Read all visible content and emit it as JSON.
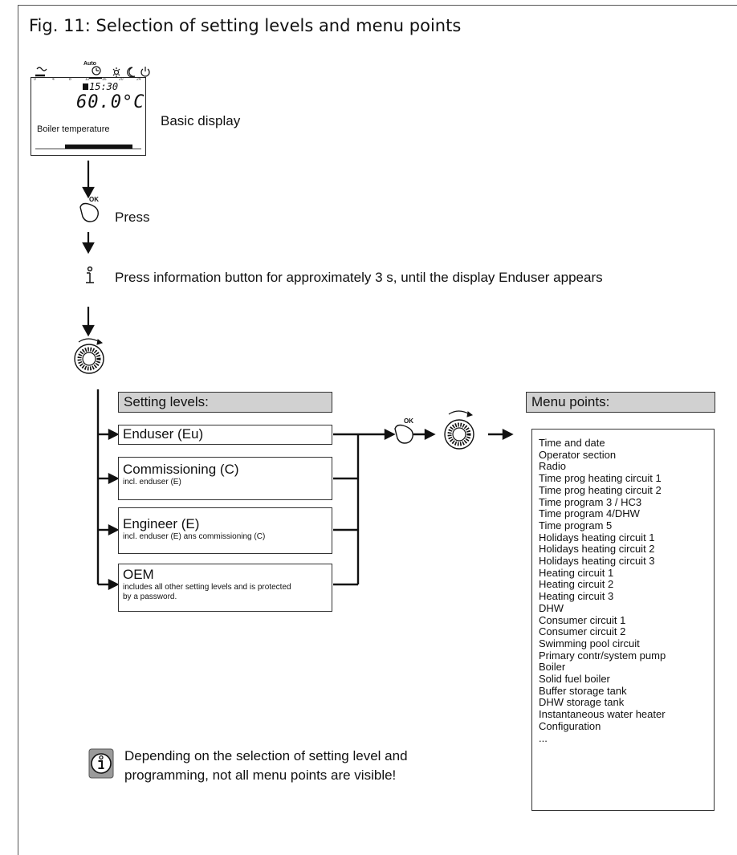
{
  "figure": {
    "title": "Fig. 11: Selection of setting levels and menu points"
  },
  "display": {
    "mode_label": "Auto",
    "time": "15:30",
    "temperature": "60.0°C",
    "label": "Boiler temperature",
    "scale_ticks": [
      "0",
      "4",
      "8",
      "12",
      "16",
      "20",
      "24"
    ]
  },
  "steps": {
    "basic_display": "Basic display",
    "ok_label": "OK",
    "press": "Press",
    "info": "Press information button for approximately 3 s, until the display Enduser appears"
  },
  "setting_levels": {
    "header": "Setting levels:",
    "items": [
      {
        "title": "Enduser (Eu)",
        "subtitle": ""
      },
      {
        "title": "Commissioning (C)",
        "subtitle": "incl. enduser (E)"
      },
      {
        "title": "Engineer (E)",
        "subtitle": "incl. enduser (E) ans commissioning (C)"
      },
      {
        "title": "OEM",
        "subtitle": "includes all other setting levels and is protected by a password."
      }
    ]
  },
  "menu": {
    "header": "Menu points:",
    "items": [
      "Time and date",
      "Operator section",
      "Radio",
      "Time prog heating circuit 1",
      "Time prog heating circuit 2",
      "Time program 3 / HC3",
      "Time program 4/DHW",
      "Time program 5",
      "Holidays heating circuit 1",
      "Holidays heating circuit 2",
      "Holidays heating circuit 3",
      "Heating circuit 1",
      "Heating circuit 2",
      "Heating circuit 3",
      "DHW",
      "Consumer circuit 1",
      "Consumer circuit 2",
      "Swimming pool circuit",
      "Primary contr/system pump",
      "Boiler",
      "Solid fuel boiler",
      "Buffer storage tank",
      "DHW storage tank",
      "Instantaneous water heater",
      "Configuration",
      "..."
    ]
  },
  "note": {
    "line1": "Depending on the selection of setting level and",
    "line2": "programming, not all menu points are visible!"
  }
}
